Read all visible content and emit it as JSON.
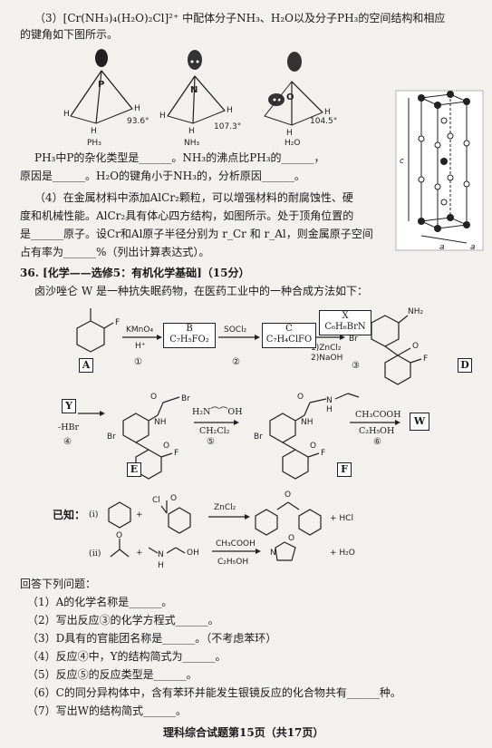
{
  "q3_lines": [
    "（3）[Cr(NH₃)₄(H₂O)₂Cl]²⁺ 中配体分子NH₃、H₂O以及分子PH₃的空间结构和相应",
    "的键角如下图所示。",
    "PH₃中P的杂化类型是______。NH₃的沸点比PH₃的______，",
    "原因是______。H₂O的键角小于NH₃的，分析原因______。"
  ],
  "molecules": [
    {
      "name": "PH₃",
      "angle": "93.6°",
      "center": "P"
    },
    {
      "name": "NH₃",
      "angle": "107.3°",
      "center": "N"
    },
    {
      "name": "H₂O",
      "angle": "104.5°",
      "center": "O"
    }
  ],
  "q4_lines": [
    "（4）在金属材料中添加AlCr₂颗粒，可以增强材料的耐腐蚀性、硬",
    "度和机械性能。AlCr₂具有体心四方结构，如图所示。处于顶角位置的",
    "是______原子。设Cr和Al原子半径分别为 r_Cr 和 r_Al，则金属原子空间",
    "占有率为______%（列出计算表达式）。"
  ],
  "cell_labels": {
    "c": "c",
    "a1": "a",
    "a2": "a"
  },
  "q36_title": "36. [化学——选修5：有机化学基础]（15分）",
  "q36_intro": "卤沙唑仑 W 是一种抗失眠药物，在医药工业中的一种合成方法如下：",
  "scheme": {
    "A": "A",
    "B": "B",
    "C": "C",
    "D": "D",
    "E": "E",
    "F": "F",
    "W": "W",
    "X": "X",
    "Y": "Y",
    "B_formula": "C₇H₅FO₂",
    "C_formula": "C₇H₄ClFO",
    "X_formula": "C₆H₆BrN",
    "r1_top": "KMnO₄",
    "r1_bot": "H⁺",
    "r1_num": "①",
    "r2_top": "SOCl₂",
    "r2_num": "②",
    "r3_l1": "1)ZnCl₂",
    "r3_l2": "2)NaOH",
    "r3_num": "③",
    "r4_l1": "-HBr",
    "r4_num": "④",
    "r5_top": "H₂N⌒⌒OH",
    "r5_bot": "CH₂Cl₂",
    "r5_num": "⑤",
    "r6_top": "CH₃COOH",
    "r6_bot": "C₂H₅OH",
    "r6_num": "⑥",
    "Br": "Br",
    "NH2": "NH₂",
    "NH": "NH",
    "O": "O",
    "H": "H",
    "N": "N"
  },
  "known_label": "已知：",
  "known_i": "(i)",
  "known_ii": "(ii)",
  "known_i_cond": "ZnCl₂",
  "known_i_prod": "+ HCl",
  "known_ii_top": "CH₃COOH",
  "known_ii_bot": "C₂H₅OH",
  "known_ii_prod": "+ H₂O",
  "answer_title": "回答下列问题：",
  "questions": [
    "（1）A的化学名称是______。",
    "（2）写出反应③的化学方程式______。",
    "（3）D具有的官能团名称是______。（不考虑苯环）",
    "（4）反应④中，Y的结构简式为______。",
    "（5）反应⑤的反应类型是______。",
    "（6）C的同分异构体中，含有苯环并能发生银镜反应的化合物共有______种。",
    "（7）写出W的结构简式______。"
  ],
  "footer": "理科综合试题第15页（共17页）"
}
